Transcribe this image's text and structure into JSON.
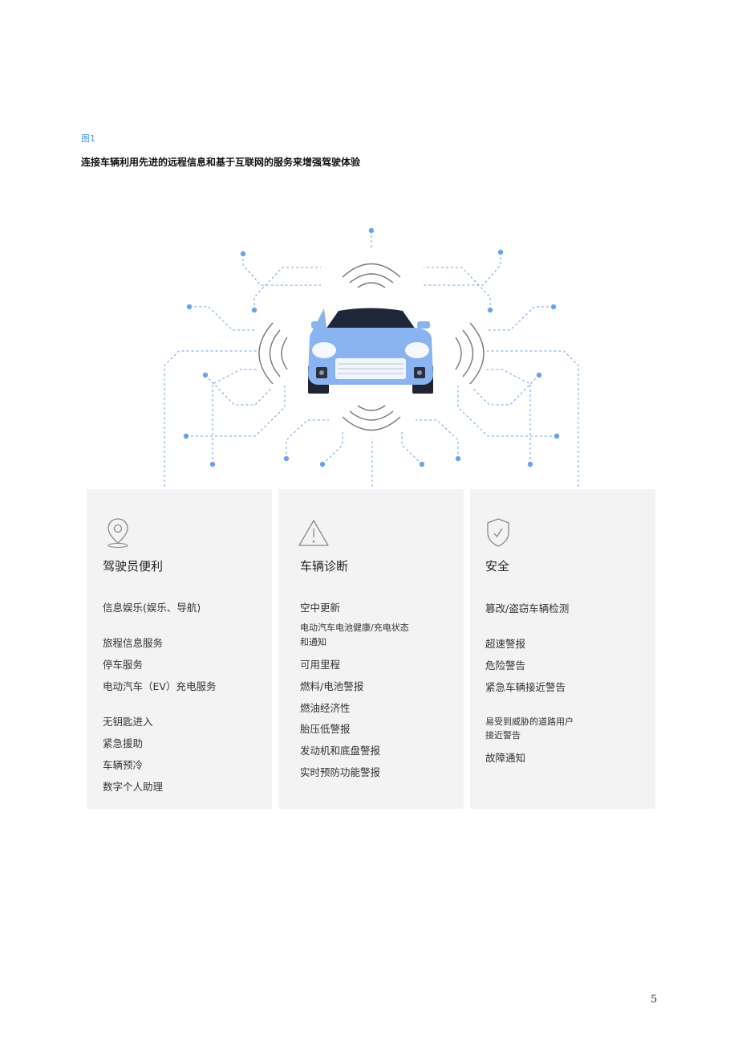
{
  "figure": {
    "label": "图1",
    "title": "连接车辆利用先进的远程信息和基于互联网的服务来增强驾驶体验"
  },
  "panels": [
    {
      "icon": "location-pin-icon",
      "title": "驾驶员便利",
      "items": [
        "信息娱乐(娱乐、导航)",
        "旅程信息服务",
        "停车服务",
        "电动汽车（EV）充电服务",
        "无钥匙进入",
        "紧急援助",
        "车辆预冷",
        "数字个人助理"
      ]
    },
    {
      "icon": "warning-triangle-icon",
      "title": "车辆诊断",
      "items": [
        "空中更新",
        "电动汽车电池健康/充电状态",
        "和通知",
        "可用里程",
        "燃料/电池警报",
        "燃油经济性",
        "胎压低警报",
        "发动机和底盘警报",
        "实时预防功能警报"
      ]
    },
    {
      "icon": "shield-check-icon",
      "title": "安全",
      "items": [
        "篡改/盗窃车辆检测",
        "超速警报",
        "危险警告",
        "紧急车辆接近警告",
        "易受到威胁的道路用户",
        "接近警告",
        "故障通知"
      ]
    }
  ],
  "colors": {
    "accent": "#4a9be0",
    "dot": "#6aa3ec",
    "car_body": "#8ab4f0",
    "panel_bg": "#f3f3f3"
  },
  "page_number": "5"
}
